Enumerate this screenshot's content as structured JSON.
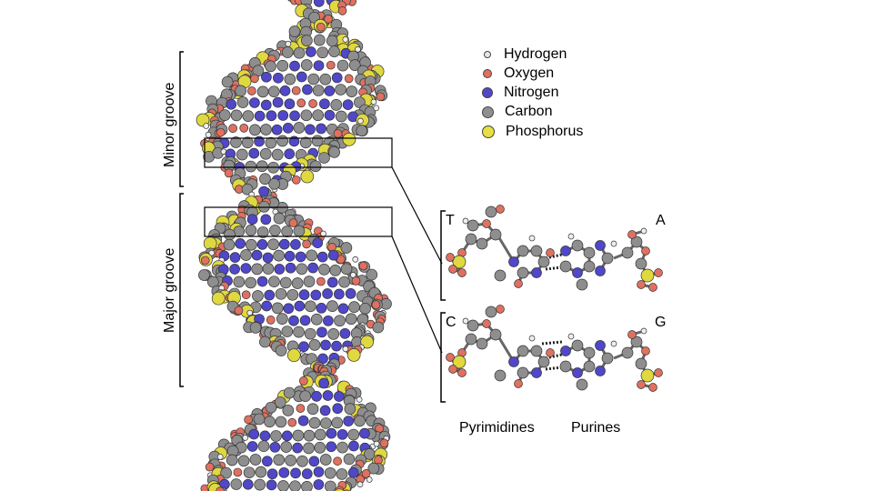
{
  "legend": {
    "items": [
      {
        "label": "Hydrogen",
        "color": "#e8e8e8",
        "size": "small"
      },
      {
        "label": "Oxygen",
        "color": "#e07060",
        "size": "medium"
      },
      {
        "label": "Nitrogen",
        "color": "#5048c8",
        "size": "large"
      },
      {
        "label": "Carbon",
        "color": "#909090",
        "size": "large"
      },
      {
        "label": "Phosphorus",
        "color": "#e8e040",
        "size": "large"
      }
    ]
  },
  "grooves": {
    "minor": "Minor groove",
    "major": "Major groove"
  },
  "pairs": {
    "top_left": "T",
    "top_right": "A",
    "bottom_left": "C",
    "bottom_right": "G"
  },
  "captions": {
    "pyrimidines": "Pyrimidines",
    "purines": "Purines"
  }
}
